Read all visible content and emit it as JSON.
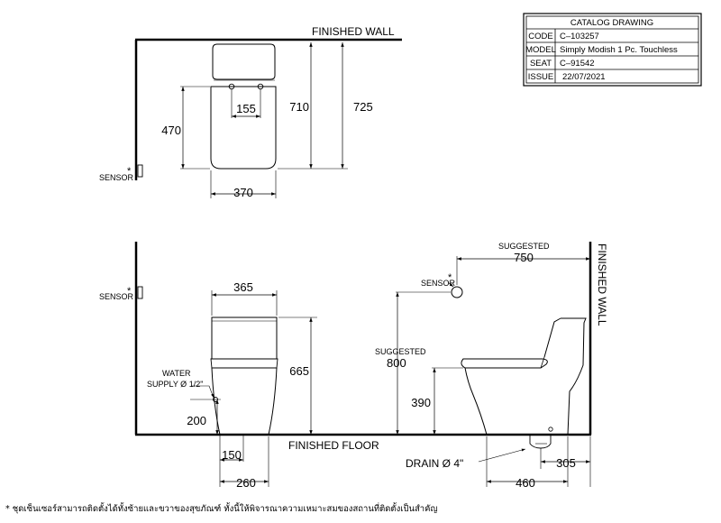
{
  "title_block": {
    "heading": "CATALOG DRAWING",
    "rows": [
      {
        "key": "CODE",
        "value": "C–103257"
      },
      {
        "key": "MODEL",
        "value": "Simply Modish 1 Pc. Touchless"
      },
      {
        "key": "SEAT",
        "value": "C–91542"
      },
      {
        "key": "ISSUE",
        "value": "22/07/2021"
      }
    ]
  },
  "labels": {
    "finished_wall_top": "FINISHED WALL",
    "finished_wall_side": "FINISHED WALL",
    "finished_floor": "FINISHED FLOOR",
    "sensor": "SENSOR",
    "sensor_mark": "*",
    "water_supply_line1": "WATER",
    "water_supply_line2": "SUPPLY Ø 1/2\"",
    "suggested": "SUGGESTED",
    "drain": "DRAIN Ø 4\""
  },
  "dimensions": {
    "plan_width": "370",
    "plan_seat_length": "470",
    "plan_bolt_spacing": "155",
    "plan_depth": "710",
    "plan_total_depth": "725",
    "front_width": "365",
    "front_height": "665",
    "supply_height": "200",
    "supply_offset": "150",
    "front_base": "260",
    "sensor_height": "800",
    "sensor_distance": "750",
    "seat_height": "390",
    "rough_in": "305",
    "side_base": "460"
  },
  "footnote": {
    "mark": "*",
    "text": "ชุดเซ็นเซอร์สามารถติดตั้งได้ทั้งซ้ายและขวาของสุขภัณฑ์ ทั้งนี้ให้พิจารณาความเหมาะสมของสถานที่ติดตั้งเป็นสำคัญ"
  }
}
